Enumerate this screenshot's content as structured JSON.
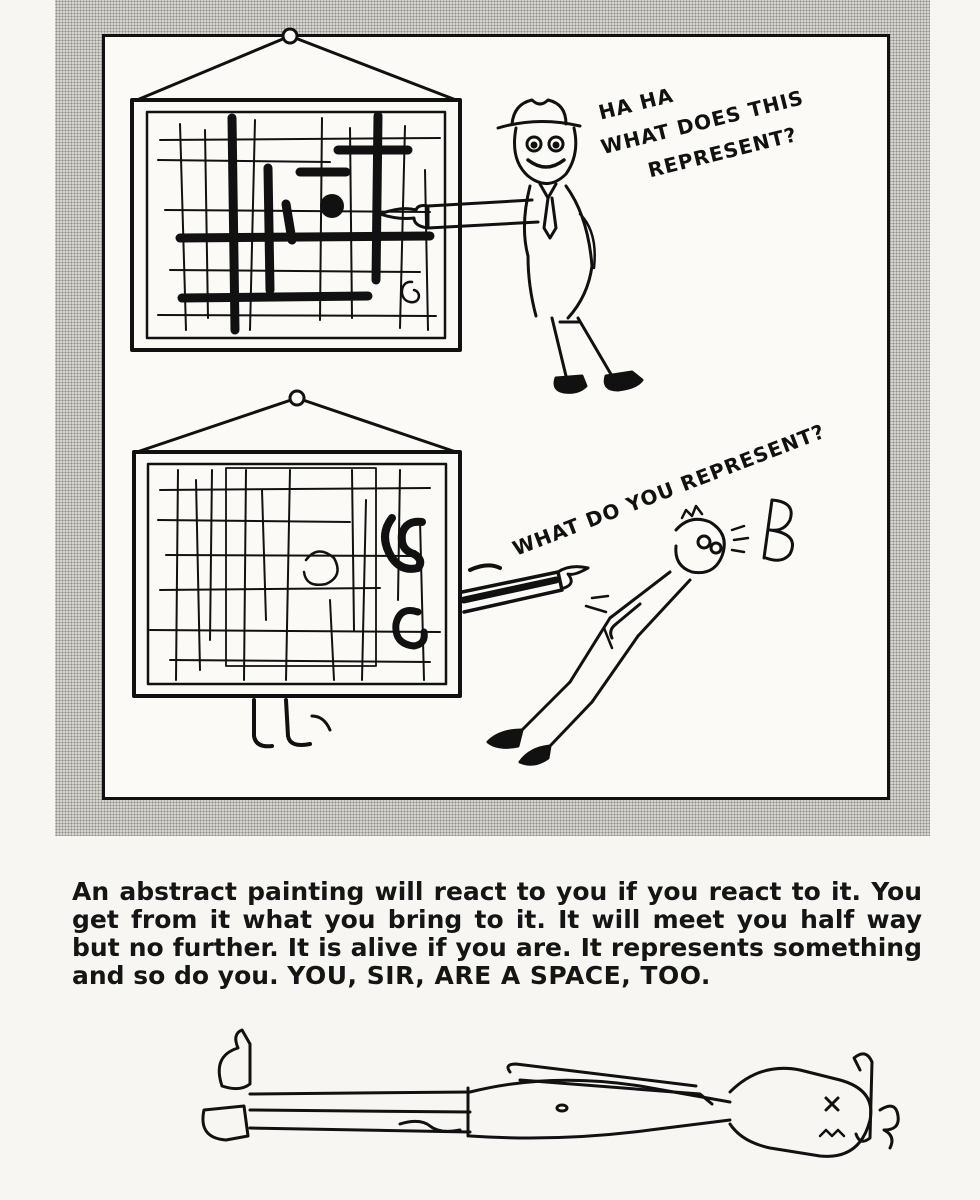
{
  "cartoon": {
    "speech_top": [
      "HA HA",
      "WHAT DOES THIS",
      "REPRESENT?"
    ],
    "speech_bottom": "WHAT DO YOU REPRESENT?"
  },
  "caption": {
    "body": "An abstract painting will react to you if you react to it. You get from it what you bring to it. It will meet you half way but no further. It is alive if you are. It represents something and so do you.",
    "emphasis": "YOU, SIR, ARE A SPACE, TOO."
  }
}
